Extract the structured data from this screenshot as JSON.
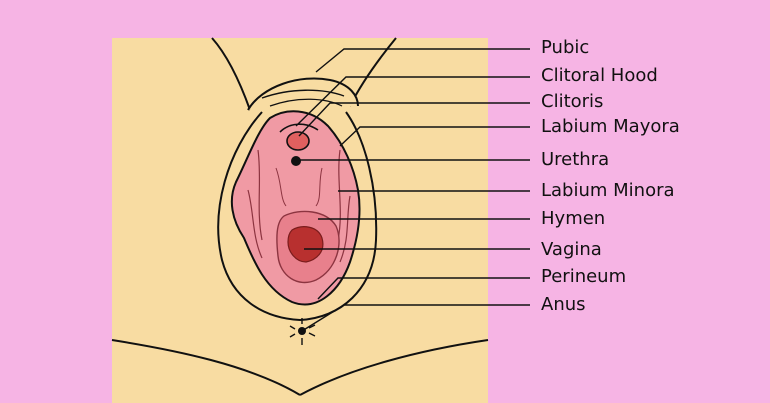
{
  "diagram": {
    "labels": [
      {
        "id": "pubic",
        "text": "Pubic"
      },
      {
        "id": "clitoral-hood",
        "text": "Clitoral Hood"
      },
      {
        "id": "clitoris",
        "text": "Clitoris"
      },
      {
        "id": "labium-mayora",
        "text": "Labium Mayora"
      },
      {
        "id": "urethra",
        "text": "Urethra"
      },
      {
        "id": "labium-minora",
        "text": "Labium Minora"
      },
      {
        "id": "hymen",
        "text": "Hymen"
      },
      {
        "id": "vagina",
        "text": "Vagina"
      },
      {
        "id": "perineum",
        "text": "Perineum"
      },
      {
        "id": "anus",
        "text": "Anus"
      }
    ],
    "colors": {
      "background": "#f6b4e4",
      "skin": "#f8dca2",
      "labia": "#f09aa4",
      "inner": "#e8808c",
      "vagina": "#b8302f",
      "outline": "#111111"
    }
  }
}
